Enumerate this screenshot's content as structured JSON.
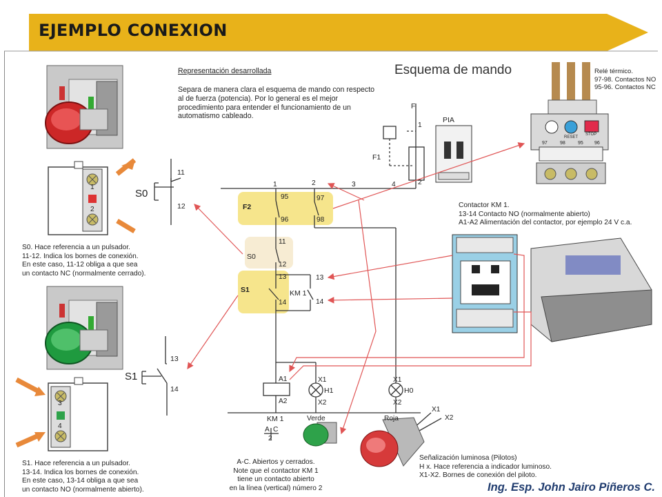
{
  "header": {
    "title": "EJEMPLO CONEXION",
    "banner_color": "#e8b21a"
  },
  "intro": {
    "heading": "Representación desarrollada",
    "body": "Separa de manera clara el esquema de mando con respecto al de fuerza (potencia). Por lo general es el mejor procedimiento para entender el funcionamiento de un automatismo cableado."
  },
  "schema_title": "Esquema de mando",
  "pushbutton_s0": {
    "symbol_label": "S0",
    "terminal_top": "11",
    "terminal_bottom": "12",
    "module_top": "1",
    "module_bottom": "2",
    "note": [
      "S0. Hace referencia a un pulsador.",
      "11-12. Indica los bornes de conexión.",
      "En este caso, 11-12 obliga a que sea",
      "un contacto NC (normalmente cerrado)."
    ]
  },
  "pushbutton_s1": {
    "symbol_label": "S1",
    "terminal_top": "13",
    "terminal_bottom": "14",
    "module_top": "3",
    "module_bottom": "4",
    "note": [
      "S1. Hace referencia a un pulsador.",
      "13-14. Indica los bornes de conexión.",
      "En este caso, 13-14 obliga a que sea",
      "un contacto NO (normalmente abierto)."
    ]
  },
  "thermal_relay": {
    "note": [
      "Relé térmico.",
      "97-98. Contactos NO",
      "95-96. Contactos NC"
    ],
    "buttons": [
      "RESET",
      "STOP"
    ],
    "terminals": [
      "97",
      "98",
      "95",
      "96"
    ]
  },
  "contactor": {
    "note": [
      "Contactor KM 1.",
      "13-14 Contacto NO (normalmente abierto)",
      "A1-A2 Alimentación del contactor, por ejemplo 24 V c.a."
    ]
  },
  "circuit": {
    "fuse": "F",
    "fuse1": "F1",
    "pia": "PIA",
    "line_numbers": [
      "1",
      "2",
      "3",
      "4"
    ],
    "pia_terminals": [
      "1",
      "2"
    ],
    "f2": {
      "label": "F2",
      "nc_top": "95",
      "nc_bottom": "96",
      "no_top": "97",
      "no_bottom": "98"
    },
    "s0": {
      "label": "S0",
      "top": "11",
      "bottom": "12"
    },
    "s1": {
      "label": "S1",
      "top": "13",
      "bottom": "14"
    },
    "km1_contact": {
      "label": "KM 1",
      "top": "13",
      "bottom": "14"
    },
    "coil": {
      "top": "A1",
      "bottom": "A2",
      "label": "KM 1"
    },
    "h1": {
      "label": "H1",
      "top": "X1",
      "bottom": "X2",
      "color_name": "Verde"
    },
    "h0": {
      "label": "H0",
      "top": "X1",
      "bottom": "X2",
      "color_name": "Roja"
    },
    "km_table": {
      "a": "A",
      "c": "C",
      "line": "2"
    },
    "highlight_color": "#f6e58c"
  },
  "contact_note": [
    "A-C. Abiertos y cerrados.",
    "Note que el contactor KM 1",
    "tiene un contacto abierto",
    "en la línea (vertical) número 2"
  ],
  "pilot": {
    "terminals": [
      "X1",
      "X2"
    ],
    "note": [
      "Señalización luminosa (Pilotos)",
      "H x. Hace referencia a indicador luminoso.",
      "X1-X2. Bornes de conexión del piloto."
    ]
  },
  "author": "Ing. Esp. John Jairo Piñeros C.",
  "colors": {
    "arrow": "#e05555",
    "orange_arrow": "#e8893a",
    "green_lamp": "#2ea24a",
    "red_lamp": "#d63a3a"
  }
}
